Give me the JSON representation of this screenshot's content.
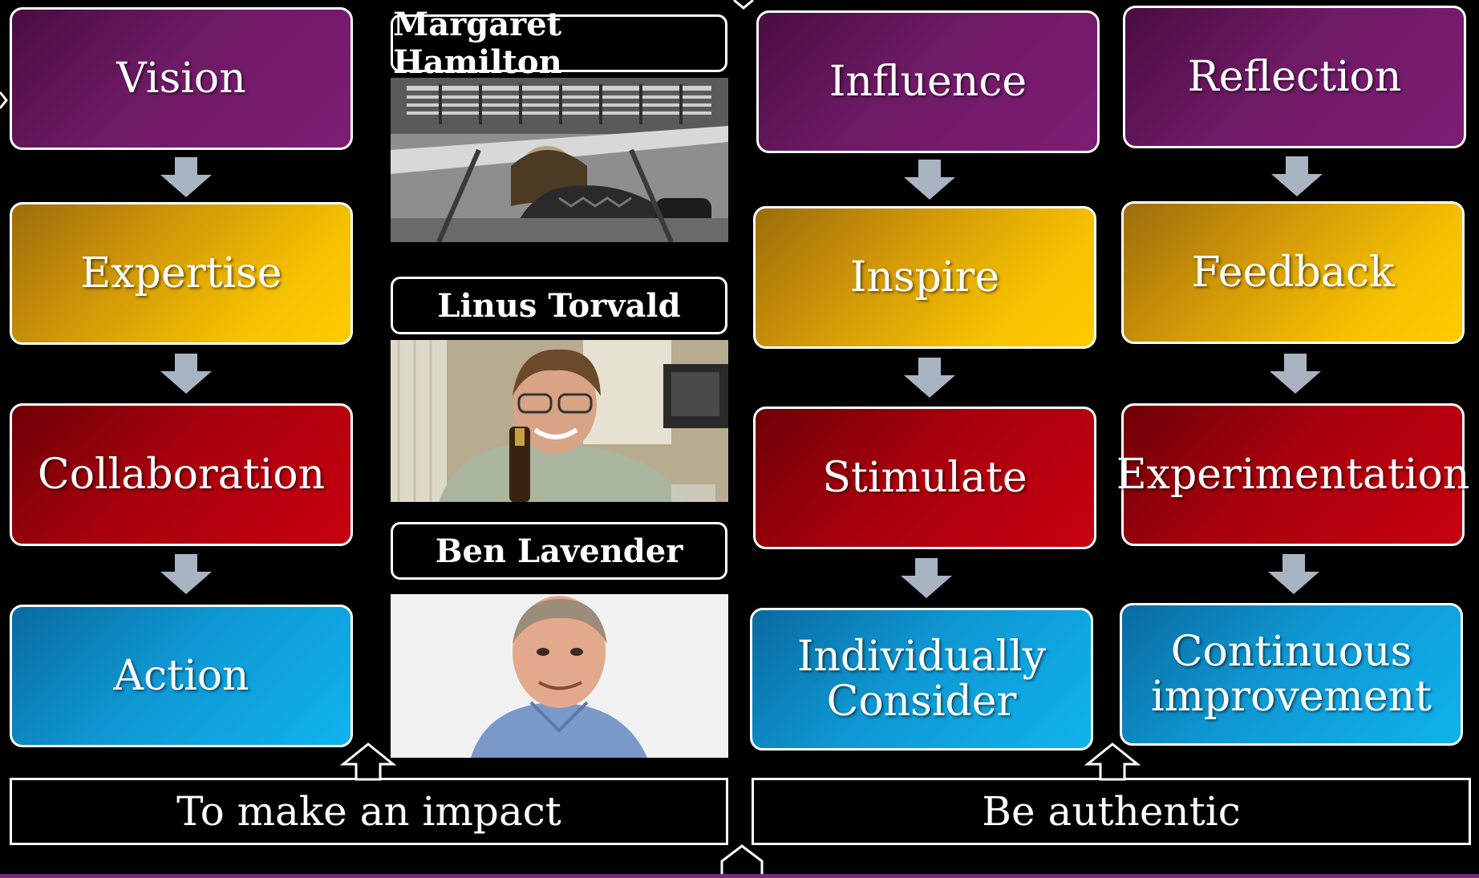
{
  "columns": [
    {
      "cards": [
        {
          "label": "Vision",
          "color": "purple"
        },
        {
          "label": "Expertise",
          "color": "gold"
        },
        {
          "label": "Collaboration",
          "color": "red"
        },
        {
          "label": "Action",
          "color": "blue"
        }
      ]
    },
    {
      "cards": [
        {
          "label": "Influence",
          "color": "purple"
        },
        {
          "label": "Inspire",
          "color": "gold"
        },
        {
          "label": "Stimulate",
          "color": "red"
        },
        {
          "label": "Individually\nConsider",
          "color": "blue"
        }
      ]
    },
    {
      "cards": [
        {
          "label": "Reflection",
          "color": "purple"
        },
        {
          "label": "Feedback",
          "color": "gold"
        },
        {
          "label": "Experimentation",
          "color": "red"
        },
        {
          "label": "Continuous\nimprovement",
          "color": "blue"
        }
      ]
    }
  ],
  "people": [
    {
      "name": "Margaret Hamilton",
      "photo": "black-and-white photo of woman at control panel"
    },
    {
      "name": "Linus Torvald",
      "photo": "photo of smiling man with glasses"
    },
    {
      "name": "Ben Lavender",
      "photo": "portrait photo of man in blue shirt"
    }
  ],
  "banners": {
    "left": "To make an impact",
    "right": "Be authentic"
  },
  "colors": {
    "purple": "#6e1a66",
    "gold": "#f6c100",
    "red": "#a7010d",
    "blue": "#0f97d2",
    "arrow": "#a9b4c2",
    "bottom_bar": "#7a2a7e"
  }
}
